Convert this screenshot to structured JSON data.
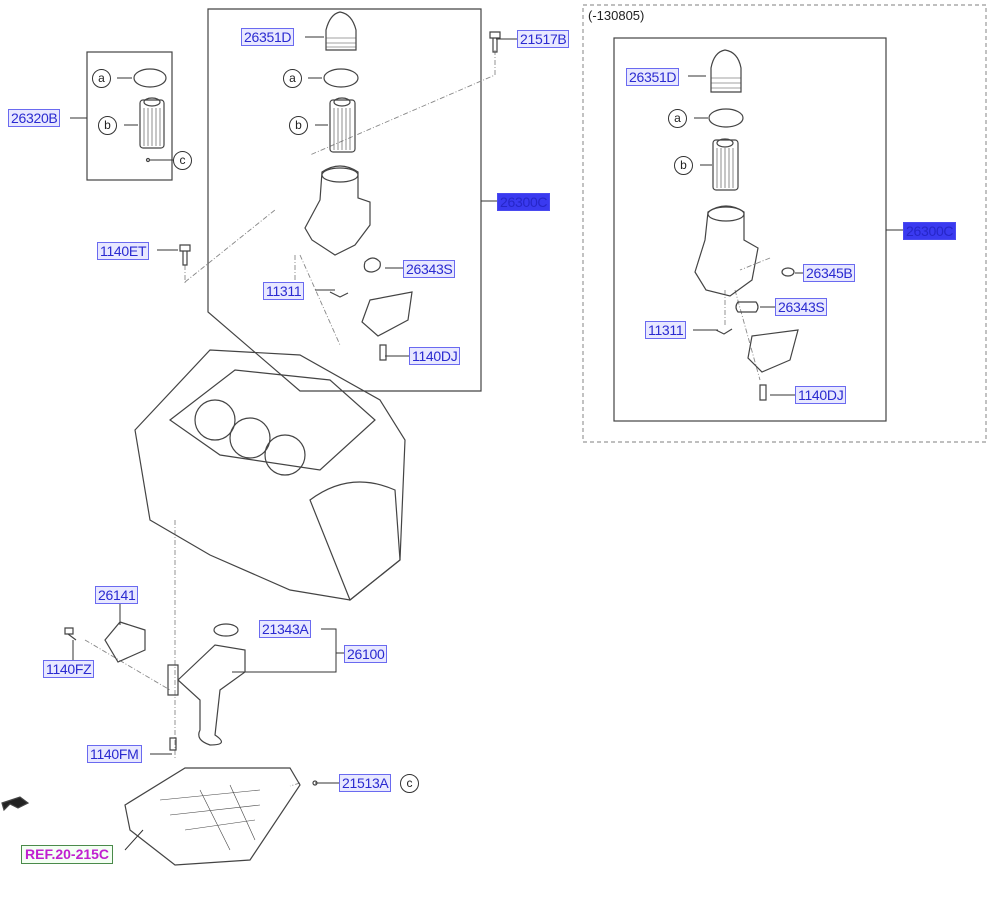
{
  "date_note": "(-130805)",
  "callouts": {
    "a": "a",
    "b": "b",
    "c": "c"
  },
  "main": {
    "cap": "26351D",
    "bolt_top": "21517B",
    "filter_kit": "26320B",
    "housing_assy": "26300C",
    "bolt_left": "1140ET",
    "gasket": "26343S",
    "dowel": "11311",
    "bolt_bottom": "1140DJ"
  },
  "variant": {
    "cap": "26351D",
    "housing_assy": "26300C",
    "oring": "26345B",
    "gasket": "26343S",
    "dowel": "11311",
    "bolt_bottom": "1140DJ"
  },
  "lower": {
    "cover": "26141",
    "oring": "21343A",
    "pump_assy": "26100",
    "bolt_cover": "1140FZ",
    "bolt_pump": "1140FM",
    "drain_plug": "21513A",
    "ref": "REF.20-215C"
  },
  "colors": {
    "label_text": "#2a2ad0",
    "label_border": "#6a6af0",
    "highlight": "#3a3af0",
    "ref_text": "#c020d0"
  }
}
